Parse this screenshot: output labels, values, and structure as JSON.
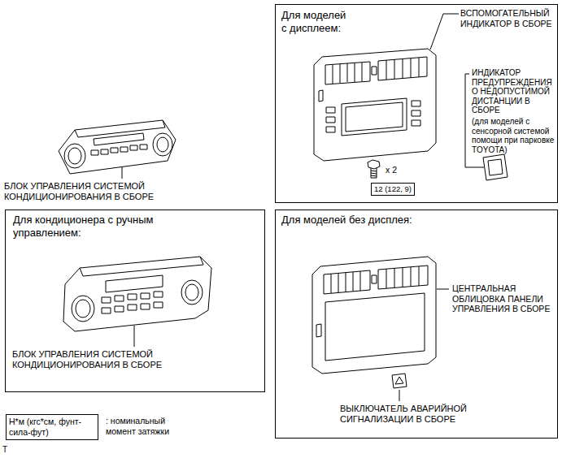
{
  "diagram": {
    "nodes": [
      {
        "text": [
          "Для моделей с дисплеем:"
        ]
      },
      {
        "text": [
          "12 (122, 9)"
        ],
        "in": 0
      },
      {
        "text": [
          "Для кондиционера с ручным управлением:"
        ]
      },
      {
        "text": [
          "Для моделей без дисплея:"
        ]
      },
      {
        "text": [
          "Н*м (кгс*см, фунт-сила-фут)"
        ]
      }
    ],
    "labels": [
      "БЛОК УПРАВЛЕНИЯ СИСТЕМОЙ КОНДИЦИОНИРОВАНИЯ В СБОРЕ",
      "ВСПОМОГАТЕЛЬНЫЙ ИНДИКАТОР В СБОРЕ",
      "ИНДИКАТОР ПРЕДУПРЕЖДЕНИЯ О НЕДОПУСТИМОЙ ДИСТАНЦИИ В СБОРЕ",
      "(для моделей с сенсорной системой помощи при парковке TOYOTA)",
      "x 2",
      "БЛОК УПРАВЛЕНИЯ СИСТЕМОЙ КОНДИЦИОНИРОВАНИЯ В СБОРЕ",
      "ЦЕНТРАЛЬНАЯ ОБЛИЦОВКА ПАНЕЛИ УПРАВЛЕНИЯ В СБОРЕ",
      "ВЫКЛЮЧАТЕЛЬ АВАРИЙНОЙ СИГНАЛИЗАЦИИ В СБОРЕ",
      "T"
    ],
    "legend": [
      {
        "text": ": номинальный момент затяжки"
      }
    ]
  }
}
